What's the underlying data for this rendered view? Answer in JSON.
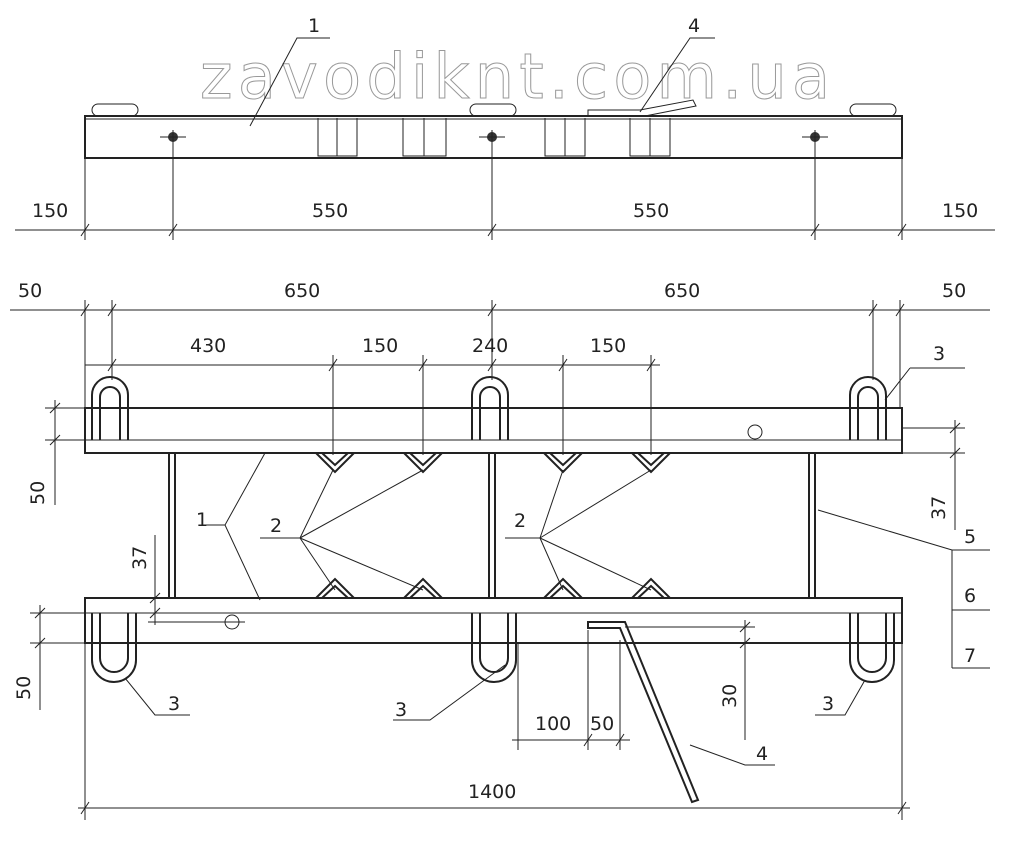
{
  "top_view": {
    "callouts": [
      "1",
      "4"
    ],
    "dimensions": [
      "150",
      "550",
      "550",
      "150"
    ]
  },
  "plan_view": {
    "dim_row1": [
      "50",
      "650",
      "650",
      "50"
    ],
    "dim_row2": [
      "430",
      "150",
      "240",
      "150"
    ],
    "dim_left": [
      "50",
      "37",
      "50"
    ],
    "dim_right": [
      "37"
    ],
    "dim_bottom": [
      "100",
      "50",
      "30",
      "1400"
    ],
    "callouts": {
      "part1": "1",
      "part2a": "2",
      "part2b": "2",
      "part3_top": "3",
      "part3_b1": "3",
      "part3_b2": "3",
      "part3_b3": "3",
      "part4": "4",
      "part5": "5",
      "part6": "6",
      "part7": "7"
    }
  },
  "watermark": "zavodiknt.com.ua"
}
